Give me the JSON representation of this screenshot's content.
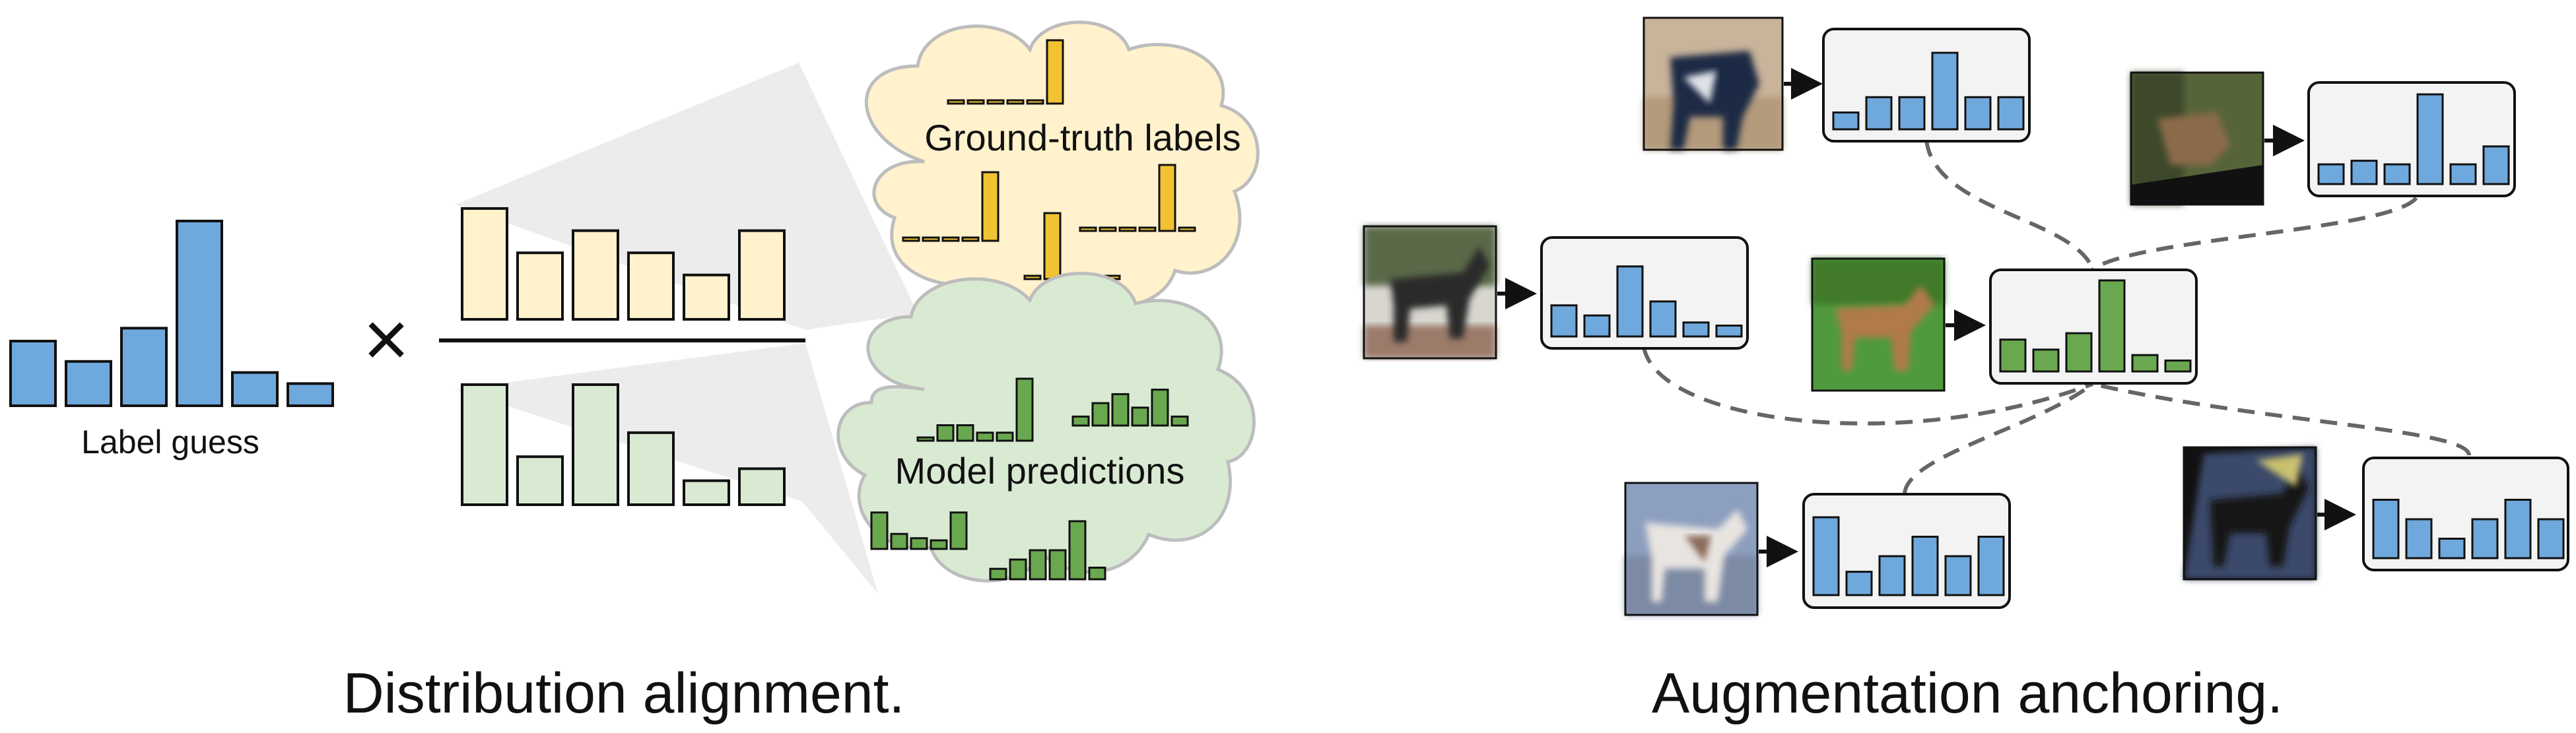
{
  "left_panel": {
    "caption": "Distribution alignment.",
    "label_guess": "Label guess",
    "multiply_symbol": "×",
    "cloud_top_title": "Ground-truth labels",
    "cloud_bottom_title": "Model predictions"
  },
  "right_panel": {
    "caption": "Augmentation anchoring."
  },
  "colors": {
    "blue_bar": "#6fa8dc",
    "yellow_bar": "#f1c232",
    "green_bar": "#6aa84f",
    "pale_yellow": "#fff2cc",
    "pale_green": "#d9ead3",
    "cloud_yellow": "#fff2cc",
    "cloud_green": "#d9ead3",
    "chart_box": "#f3f3f3",
    "dash": "#666666"
  },
  "histograms": {
    "label_guess": [
      0.35,
      0.24,
      0.42,
      1.0,
      0.18,
      0.12
    ],
    "numerator": [
      1.0,
      0.6,
      0.8,
      0.6,
      0.4,
      0.8
    ],
    "denominator": [
      1.0,
      0.4,
      1.0,
      0.6,
      0.2,
      0.3
    ],
    "gt_labels": [
      [
        0.0,
        0.0,
        0.0,
        0.0,
        0.0,
        1.0
      ],
      [
        0.0,
        0.0,
        0.0,
        0.0,
        1.0
      ],
      [
        0.0,
        1.0,
        0.0,
        0.0,
        0.0
      ],
      [
        0.0,
        0.0,
        0.0,
        0.0,
        1.0,
        0.0
      ]
    ],
    "pred": [
      [
        0.0,
        0.25,
        0.25,
        0.13,
        0.13,
        1.0
      ],
      [
        0.2,
        0.5,
        0.7,
        0.4,
        0.8,
        0.2
      ],
      [
        0.85,
        0.35,
        0.25,
        0.2,
        0.85
      ],
      [
        0.18,
        0.34,
        0.5,
        0.5,
        1.0,
        0.2
      ]
    ],
    "center": [
      0.35,
      0.24,
      0.42,
      1.0,
      0.18,
      0.12
    ],
    "aug_top": [
      0.22,
      0.42,
      0.42,
      1.0,
      0.42,
      0.42
    ],
    "aug_topright": [
      0.22,
      0.26,
      0.22,
      1.0,
      0.22,
      0.42
    ],
    "aug_left": [
      0.4,
      0.27,
      0.9,
      0.45,
      0.18,
      0.14
    ],
    "aug_bottom": [
      1.0,
      0.3,
      0.5,
      0.75,
      0.5,
      0.75
    ],
    "aug_bottomright": [
      0.75,
      0.5,
      0.25,
      0.5,
      0.75,
      0.5
    ]
  }
}
